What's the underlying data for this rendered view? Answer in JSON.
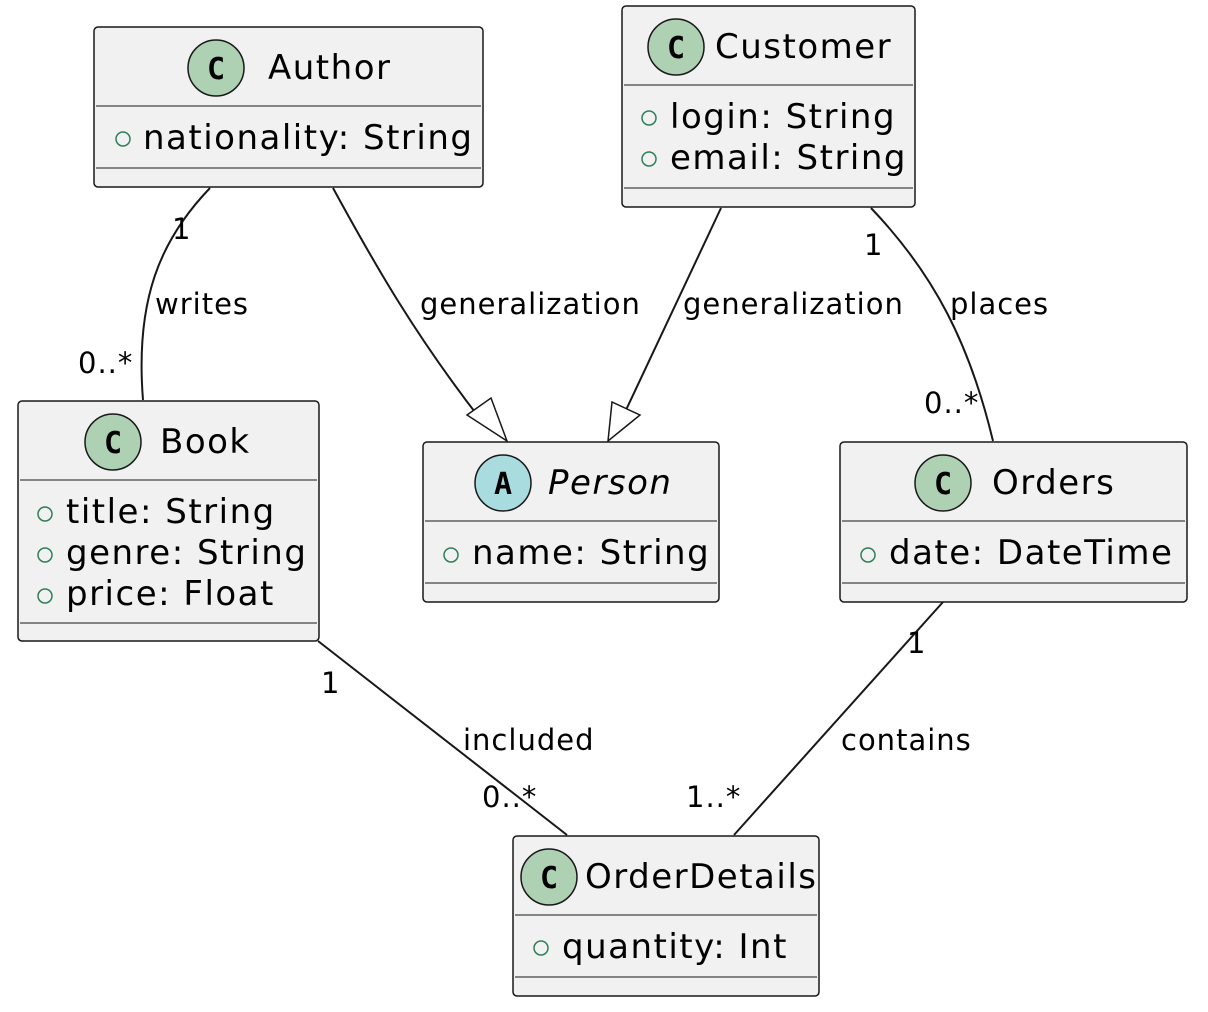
{
  "diagram": {
    "classes": [
      {
        "name": "Author",
        "stereotype": "C",
        "abstract": false,
        "attributes": [
          {
            "visibility": "+",
            "text": "nationality: String"
          }
        ]
      },
      {
        "name": "Customer",
        "stereotype": "C",
        "abstract": false,
        "attributes": [
          {
            "visibility": "+",
            "text": "login: String"
          },
          {
            "visibility": "+",
            "text": "email: String"
          }
        ]
      },
      {
        "name": "Book",
        "stereotype": "C",
        "abstract": false,
        "attributes": [
          {
            "visibility": "+",
            "text": "title: String"
          },
          {
            "visibility": "+",
            "text": "genre: String"
          },
          {
            "visibility": "+",
            "text": "price: Float"
          }
        ]
      },
      {
        "name": "Person",
        "stereotype": "A",
        "abstract": true,
        "attributes": [
          {
            "visibility": "+",
            "text": "name: String"
          }
        ]
      },
      {
        "name": "Orders",
        "stereotype": "C",
        "abstract": false,
        "attributes": [
          {
            "visibility": "+",
            "text": "date: DateTime"
          }
        ]
      },
      {
        "name": "OrderDetails",
        "stereotype": "C",
        "abstract": false,
        "attributes": [
          {
            "visibility": "+",
            "text": "quantity: Int"
          }
        ]
      }
    ],
    "relations": [
      {
        "from": "Author",
        "to": "Book",
        "kind": "association",
        "label": "writes",
        "from_multiplicity": "1",
        "to_multiplicity": "0..*"
      },
      {
        "from": "Author",
        "to": "Person",
        "kind": "generalization",
        "label": "generalization"
      },
      {
        "from": "Customer",
        "to": "Person",
        "kind": "generalization",
        "label": "generalization"
      },
      {
        "from": "Customer",
        "to": "Orders",
        "kind": "association",
        "label": "places",
        "from_multiplicity": "1",
        "to_multiplicity": "0..*"
      },
      {
        "from": "Book",
        "to": "OrderDetails",
        "kind": "association",
        "label": "included",
        "from_multiplicity": "1",
        "to_multiplicity": "0..*"
      },
      {
        "from": "Orders",
        "to": "OrderDetails",
        "kind": "association",
        "label": "contains",
        "from_multiplicity": "1",
        "to_multiplicity": "1..*"
      }
    ]
  }
}
